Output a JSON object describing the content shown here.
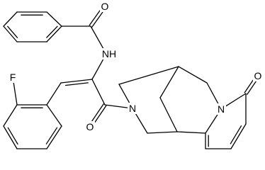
{
  "molecule": {
    "atoms": [
      {
        "id": "o_amide_top",
        "label": "O"
      },
      {
        "id": "n_amide",
        "label": "NH"
      },
      {
        "id": "fluorine",
        "label": "F"
      },
      {
        "id": "o_ketone",
        "label": "O"
      },
      {
        "id": "n_tertiary",
        "label": "N"
      },
      {
        "id": "n_pyridone",
        "label": "N"
      },
      {
        "id": "o_pyridone",
        "label": "O"
      }
    ]
  },
  "colors": {
    "bond": "#000000",
    "label": "#000000",
    "background": "#ffffff"
  }
}
